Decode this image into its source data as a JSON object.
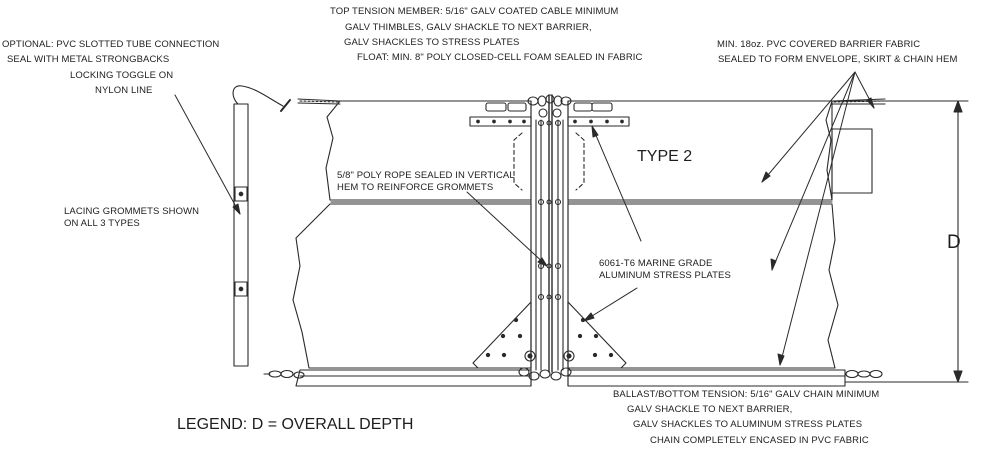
{
  "colors": {
    "line": "#2a2a2a",
    "bg": "#ffffff"
  },
  "top_tension": {
    "lines": [
      "TOP TENSION MEMBER: 5/16\" GALV COATED CABLE MINIMUM",
      "GALV THIMBLES, GALV SHACKLE TO NEXT BARRIER,",
      "GALV SHACKLES TO STRESS PLATES",
      "FLOAT: MIN. 8\" POLY CLOSED-CELL FOAM SEALED IN FABRIC"
    ]
  },
  "optional": {
    "lines": [
      "OPTIONAL: PVC SLOTTED TUBE CONNECTION",
      "SEAL WITH METAL STRONGBACKS",
      "LOCKING TOGGLE ON",
      "NYLON LINE"
    ]
  },
  "fabric": {
    "lines": [
      "MIN. 18oz. PVC COVERED BARRIER FABRIC",
      "SEALED TO FORM ENVELOPE, SKIRT & CHAIN HEM"
    ]
  },
  "type_label": "TYPE 2",
  "poly_rope": {
    "lines": [
      "5/8\" POLY ROPE SEALED IN VERTICAL",
      "HEM TO REINFORCE GROMMETS"
    ]
  },
  "grommets": {
    "lines": [
      "LACING GROMMETS SHOWN",
      "ON ALL 3 TYPES"
    ]
  },
  "stress_plates": {
    "lines": [
      "6061-T6 MARINE GRADE",
      "ALUMINUM STRESS PLATES"
    ]
  },
  "dimension_label": "D",
  "ballast": {
    "lines": [
      "BALLAST/BOTTOM TENSION: 5/16\" GALV CHAIN MINIMUM",
      "GALV SHACKLE TO NEXT BARRIER,",
      "GALV SHACKLES TO ALUMINUM STRESS PLATES",
      "CHAIN COMPLETELY ENCASED IN PVC FABRIC"
    ]
  },
  "legend": "LEGEND: D = OVERALL DEPTH"
}
